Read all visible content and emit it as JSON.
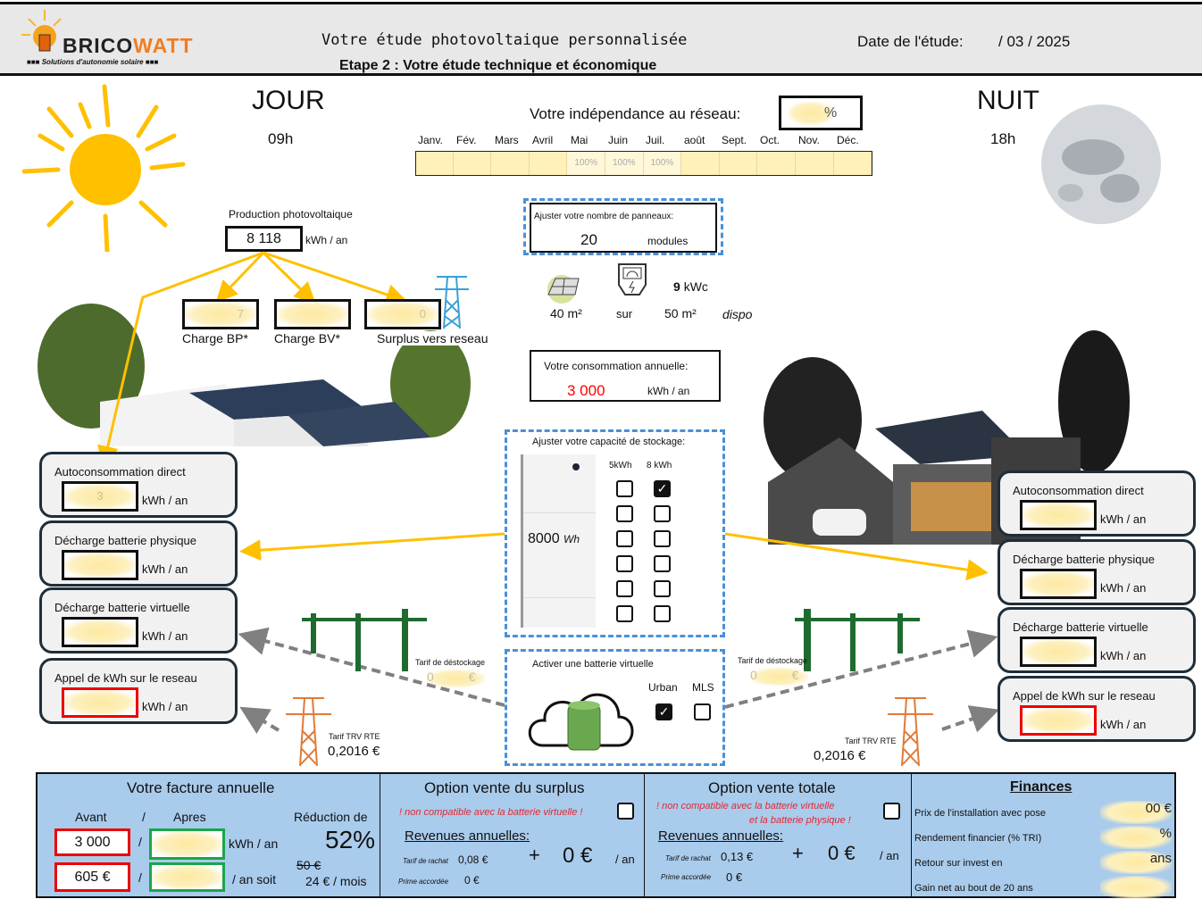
{
  "header": {
    "brand": "BRICOWATT",
    "tagline": "Solutions d'autonomie solaire",
    "title": "Votre étude photovoltaique personnalisée",
    "subtitle": "Etape 2 : Votre étude technique et économique",
    "date_label": "Date de l'étude:",
    "date_value": "/ 03 / 2025"
  },
  "day": {
    "label": "JOUR",
    "time": "09h"
  },
  "night": {
    "label": "NUIT",
    "time": "18h"
  },
  "independence": {
    "label": "Votre indépendance au réseau:",
    "value": "%",
    "months": [
      "Janv.",
      "Fév.",
      "Mars",
      "Avril",
      "Mai",
      "Juin",
      "Juil.",
      "août",
      "Sept.",
      "Oct.",
      "Nov.",
      "Déc."
    ],
    "cells": [
      "",
      "",
      "",
      "",
      "100%",
      "100%",
      "100%",
      "",
      "",
      "",
      "",
      ""
    ]
  },
  "production": {
    "label": "Production photovoltaique",
    "value": "8 118",
    "unit": "kWh / an",
    "targets": [
      {
        "label": "Charge BP*",
        "value": "7"
      },
      {
        "label": "Charge BV*",
        "value": ""
      },
      {
        "label": "Surplus vers reseau",
        "value": "0"
      }
    ]
  },
  "panels": {
    "label": "Ajuster votre nombre de panneaux:",
    "value": "20",
    "unit": "modules",
    "surface_used": "40 m²",
    "sur": "sur",
    "surface_available": "50 m²",
    "dispo": "dispo",
    "power_value": "9",
    "power_unit": "kWc"
  },
  "consumption": {
    "label": "Votre consommation annuelle:",
    "value": "3 000",
    "unit": "kWh / an"
  },
  "storage": {
    "label": "Ajuster votre capacité de stockage:",
    "capacity": "8000",
    "capacity_unit": "Wh",
    "col1": "5kWh",
    "col2": "8 kWh",
    "rows": [
      [
        false,
        true
      ],
      [
        false,
        false
      ],
      [
        false,
        false
      ],
      [
        false,
        false
      ],
      [
        false,
        false
      ],
      [
        false,
        false
      ]
    ]
  },
  "virtual": {
    "label": "Activer une batterie virtuelle",
    "opt1": "Urban",
    "opt2": "MLS",
    "opt1_checked": true,
    "opt2_checked": false
  },
  "left_panels": [
    {
      "title": "Autoconsommation direct",
      "value": "3",
      "unit": "kWh / an"
    },
    {
      "title": "Décharge batterie physique",
      "value": "",
      "unit": "kWh / an"
    },
    {
      "title": "Décharge batterie virtuelle",
      "value": "",
      "unit": "kWh / an"
    },
    {
      "title": "Appel de kWh sur le reseau",
      "value": "",
      "unit": "kWh / an"
    }
  ],
  "right_panels": [
    {
      "title": "Autoconsommation direct",
      "value": "",
      "unit": "kWh / an"
    },
    {
      "title": "Décharge batterie physique",
      "value": "",
      "unit": "kWh / an"
    },
    {
      "title": "Décharge batterie virtuelle",
      "value": "",
      "unit": "kWh / an"
    },
    {
      "title": "Appel de kWh sur le reseau",
      "value": "",
      "unit": "kWh / an"
    }
  ],
  "tariffs": {
    "destock_label": "Tarif de déstockage",
    "destock_left": "0          €",
    "destock_right": "0          €",
    "trv_label": "Tarif TRV RTE",
    "trv_value": "0,2016 €"
  },
  "bill": {
    "title": "Votre facture annuelle",
    "avant": "Avant",
    "slash": "/",
    "apres": "Apres",
    "reduction_label": "Réduction de",
    "kwh_before": "3 000",
    "kwh_unit": "kWh / an",
    "eur_before": "605 €",
    "eur_unit": "/ an soit",
    "reduction": "52%",
    "old_monthly": "50 €",
    "monthly": "24 € / mois"
  },
  "surplus": {
    "title": "Option vente du surplus",
    "warning": "! non compatible avec la batterie virtuelle !",
    "revenue_label": "Revenues annuelles:",
    "tarif_label": "Tarif de rachat",
    "tarif": "0,08 €",
    "prime_label": "Prime accordée",
    "prime": "0 €",
    "plus": "+",
    "amount": "0 €",
    "per": "/ an",
    "checked": false
  },
  "total": {
    "title": "Option vente totale",
    "warning1": "! non compatible avec la batterie virtuelle",
    "warning2": "et la batterie physique !",
    "revenue_label": "Revenues annuelles:",
    "tarif_label": "Tarif de rachat",
    "tarif": "0,13 €",
    "prime_label": "Prime accordée",
    "prime": "0 €",
    "plus": "+",
    "amount": "0 €",
    "per": "/ an",
    "checked": false
  },
  "finances": {
    "title": "Finances",
    "rows": [
      {
        "label": "Prix de l'installation avec pose",
        "value": "00 €"
      },
      {
        "label": "Rendement financier (% TRI)",
        "value": "%"
      },
      {
        "label": "Retour sur invest en",
        "value": "ans"
      },
      {
        "label": "Gain net au bout de 20 ans",
        "value": ""
      }
    ]
  },
  "colors": {
    "accent_yellow": "#ffc000",
    "bottom_blue": "#a9cbec",
    "dash_blue": "#4a90d9",
    "red": "#e8262f",
    "green": "#1aa64a"
  }
}
